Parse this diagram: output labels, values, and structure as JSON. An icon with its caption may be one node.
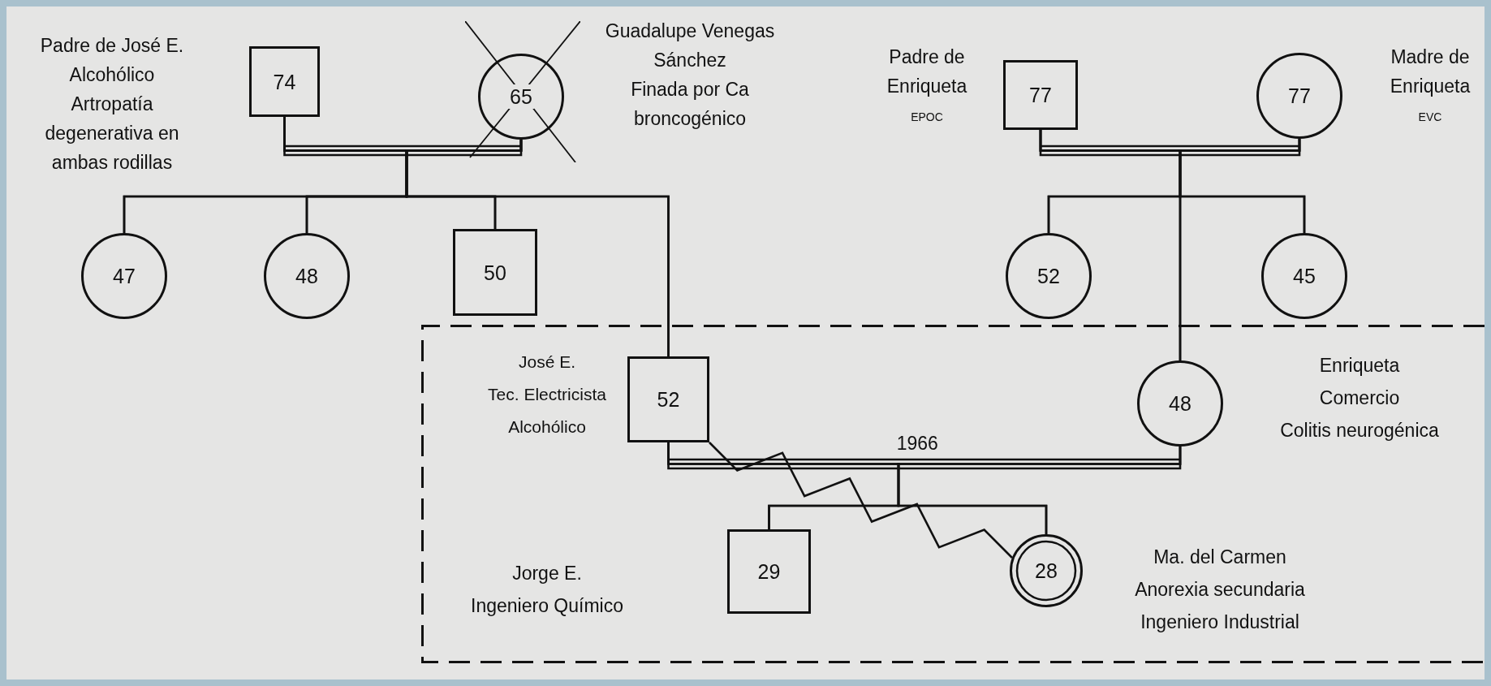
{
  "diagram": {
    "nodes": [
      {
        "text": [
          "74"
        ],
        "beside": [
          "Padre de José E.",
          "Alcohólico",
          "Artropatía degenerativa en ambas rodillas"
        ]
      },
      {
        "text": [
          "65"
        ],
        "beside": [
          "Guadalupe Venegas Sánchez",
          "Finada por Ca broncogénico"
        ]
      },
      {
        "text": [
          "77"
        ],
        "beside": [
          "Padre de Enriqueta",
          "EPOC"
        ]
      },
      {
        "text": [
          "77"
        ],
        "beside": [
          "Madre de Enriqueta",
          "EVC"
        ]
      },
      {
        "text": [
          "47"
        ]
      },
      {
        "text": [
          "48"
        ]
      },
      {
        "text": [
          "50"
        ]
      },
      {
        "text": [
          "52"
        ]
      },
      {
        "text": [
          "45"
        ]
      },
      {
        "text": [],
        "shape": "box"
      },
      {
        "text": [
          "52"
        ],
        "in": 9,
        "beside": [
          "José E.",
          "Tec. Electricista",
          "Alcohólico"
        ]
      },
      {
        "text": [
          "48"
        ],
        "in": 9,
        "beside": [
          "Enriqueta",
          "Comercio",
          "Colitis neurogénica"
        ]
      },
      {
        "text": [
          "29"
        ],
        "in": 9,
        "beside": [
          "Jorge E.",
          "Ingeniero Químico"
        ]
      },
      {
        "text": [
          "28"
        ],
        "in": 9,
        "beside": [
          "Ma. del Carmen",
          "Anorexia secundaria",
          "Ingeniero Industrial"
        ]
      }
    ],
    "edges": [
      {
        "from": 0,
        "to": 1,
        "arrow": "none"
      },
      {
        "from": 2,
        "to": 3,
        "arrow": "none"
      },
      {
        "from": 0,
        "to": 4,
        "arrow": "none"
      },
      {
        "from": 0,
        "to": 5,
        "arrow": "none"
      },
      {
        "from": 0,
        "to": 6,
        "arrow": "none"
      },
      {
        "from": 0,
        "to": 10,
        "arrow": "none"
      },
      {
        "from": 1,
        "to": 4,
        "arrow": "none"
      },
      {
        "from": 1,
        "to": 5,
        "arrow": "none"
      },
      {
        "from": 1,
        "to": 6,
        "arrow": "none"
      },
      {
        "from": 1,
        "to": 10,
        "arrow": "none"
      },
      {
        "from": 2,
        "to": 7,
        "arrow": "none"
      },
      {
        "from": 2,
        "to": 8,
        "arrow": "none"
      },
      {
        "from": 2,
        "to": 11,
        "arrow": "none"
      },
      {
        "from": 3,
        "to": 7,
        "arrow": "none"
      },
      {
        "from": 3,
        "to": 8,
        "arrow": "none"
      },
      {
        "from": 3,
        "to": 11,
        "arrow": "none"
      },
      {
        "from": 10,
        "to": 11,
        "arrow": "none",
        "label": "1966"
      },
      {
        "from": 10,
        "to": 12,
        "arrow": "none"
      },
      {
        "from": 10,
        "to": 13,
        "arrow": "none"
      },
      {
        "from": 11,
        "to": 12,
        "arrow": "none"
      },
      {
        "from": 11,
        "to": 13,
        "arrow": "none"
      },
      {
        "from": 10,
        "to": 13,
        "arrow": "none"
      }
    ]
  }
}
